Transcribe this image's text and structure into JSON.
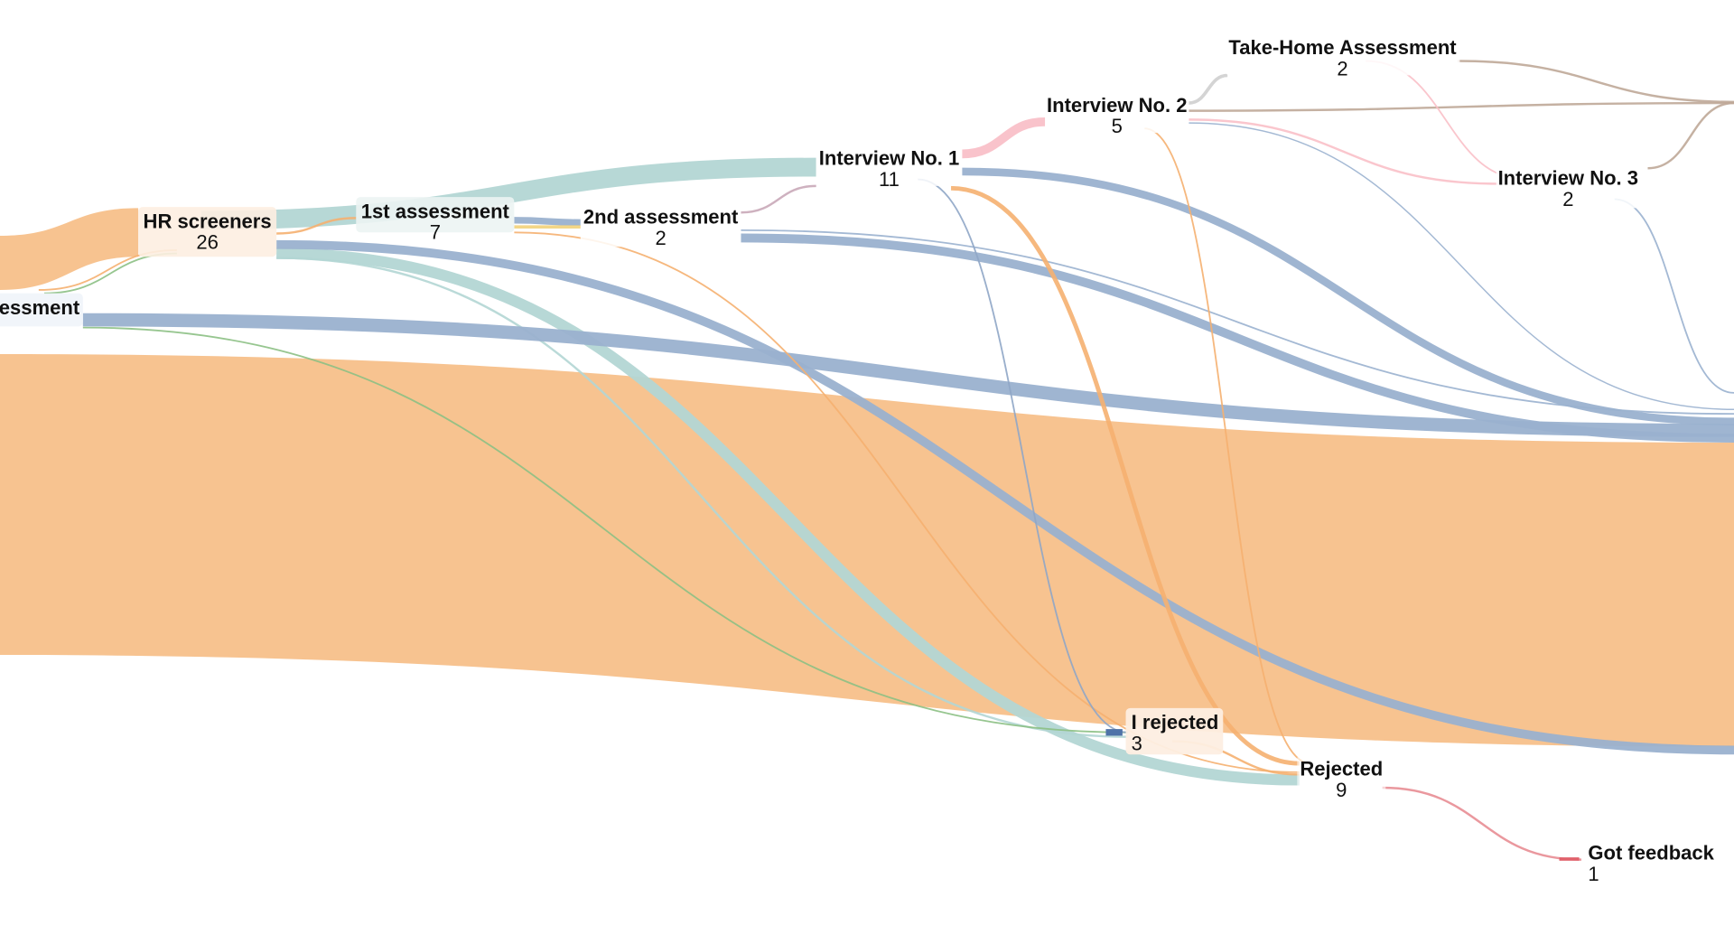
{
  "diagram": {
    "type": "sankey",
    "nodes": [
      {
        "id": "assessment_left",
        "label": "essment",
        "count": ""
      },
      {
        "id": "hr",
        "label": "HR screeners",
        "count": "26"
      },
      {
        "id": "a1",
        "label": "1st assessment",
        "count": "7"
      },
      {
        "id": "a2",
        "label": "2nd assessment",
        "count": "2"
      },
      {
        "id": "i1",
        "label": "Interview No. 1",
        "count": "11"
      },
      {
        "id": "i2",
        "label": "Interview No. 2",
        "count": "5"
      },
      {
        "id": "th",
        "label": "Take-Home Assessment",
        "count": "2"
      },
      {
        "id": "i3",
        "label": "Interview No. 3",
        "count": "2"
      },
      {
        "id": "irej",
        "label": "I rejected",
        "count": "3"
      },
      {
        "id": "rej",
        "label": "Rejected",
        "count": "9"
      },
      {
        "id": "fb",
        "label": "Got feedback",
        "count": "1"
      }
    ],
    "links": [
      {
        "source": null,
        "target": "hr",
        "color": "#f7c08a"
      },
      {
        "source": null,
        "target": null,
        "color": "#f7c08a"
      },
      {
        "source": "hr",
        "target": "i1",
        "color": "#b3d6d4"
      },
      {
        "source": "hr",
        "target": "rej",
        "color": "#b3d6d4"
      },
      {
        "source": "hr",
        "target": "irej",
        "color": "#b3d6d4"
      },
      {
        "source": "hr",
        "target": null,
        "color": "#9ab1cf"
      },
      {
        "source": "assessment_left",
        "target": null,
        "color": "#9ab1cf"
      },
      {
        "source": "assessment_left",
        "target": "irej",
        "color": "#8cc084"
      },
      {
        "source": "assessment_left",
        "target": "hr",
        "color": "#8cc084"
      },
      {
        "source": "assessment_left",
        "target": "hr",
        "color": "#f5b070"
      },
      {
        "source": "hr",
        "target": "a1",
        "color": "#f5b070"
      },
      {
        "source": "a1",
        "target": "a2",
        "color": "#9ab1cf"
      },
      {
        "source": "a1",
        "target": "a2",
        "color": "#f2d27a"
      },
      {
        "source": "a1",
        "target": "rej",
        "color": "#f5b070"
      },
      {
        "source": "a2",
        "target": "i1",
        "color": "#c9a9b8"
      },
      {
        "source": "a2",
        "target": null,
        "color": "#9ab1cf"
      },
      {
        "source": "a2",
        "target": null,
        "color": "#9ab1cf"
      },
      {
        "source": "i1",
        "target": null,
        "color": "#9ab1cf"
      },
      {
        "source": "i1",
        "target": "irej",
        "color": "#8fa6c6"
      },
      {
        "source": "i1",
        "target": "rej",
        "color": "#f5b070"
      },
      {
        "source": "i1",
        "target": "i2",
        "color": "#f9c0c8"
      },
      {
        "source": "i2",
        "target": "th",
        "color": "#cfcfcf"
      },
      {
        "source": "i2",
        "target": null,
        "color": "#bfa898"
      },
      {
        "source": "i2",
        "target": "i3",
        "color": "#f9c0c8"
      },
      {
        "source": "i2",
        "target": null,
        "color": "#9ab1cf"
      },
      {
        "source": "i2",
        "target": "rej",
        "color": "#f5b070"
      },
      {
        "source": "th",
        "target": null,
        "color": "#bfa898"
      },
      {
        "source": "th",
        "target": "i3",
        "color": "#f9c0c8"
      },
      {
        "source": "i3",
        "target": null,
        "color": "#bfa898"
      },
      {
        "source": "i3",
        "target": null,
        "color": "#9ab1cf"
      },
      {
        "source": "rej",
        "target": "fb",
        "color": "#e88d94"
      },
      {
        "source": "irej",
        "target": "rej",
        "color": "#f5b070"
      }
    ]
  }
}
